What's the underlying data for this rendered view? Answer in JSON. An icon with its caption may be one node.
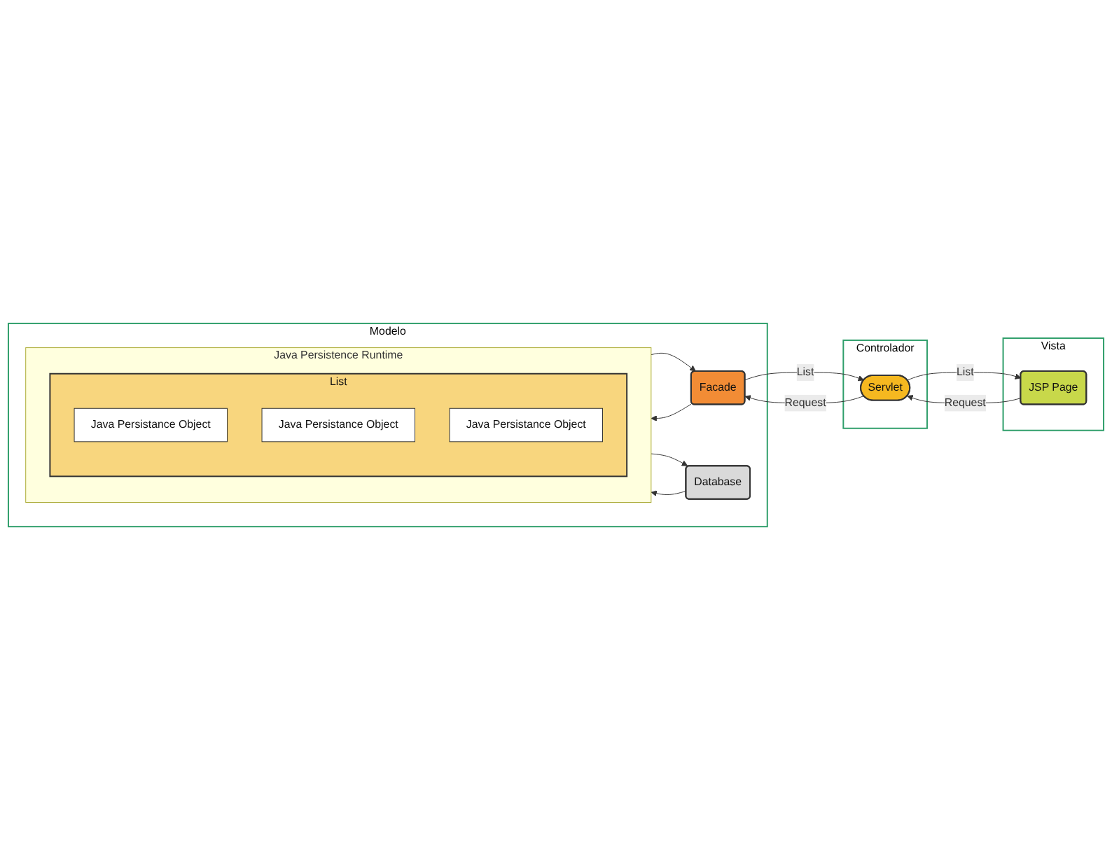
{
  "diagram": {
    "nodes": [
      {
        "text": [
          "Vista"
        ]
      },
      {
        "text": [
          "JSP Page"
        ],
        "in": 0
      },
      {
        "text": [
          "Controlador"
        ]
      },
      {
        "text": [
          "Servlet"
        ],
        "in": 2
      },
      {
        "text": [
          "Modelo"
        ]
      },
      {
        "text": [
          "Facade"
        ],
        "in": 4
      },
      {
        "text": [
          "Java Persistence Runtime"
        ],
        "in": 4
      },
      {
        "text": [
          "List"
        ],
        "in": 6
      },
      {
        "text": [
          "Java Persistance Object"
        ],
        "in": 7
      },
      {
        "text": [
          "Java Persistance Object"
        ],
        "in": 7
      },
      {
        "text": [
          "Java Persistance Object"
        ],
        "in": 7
      },
      {
        "text": [
          "Database"
        ],
        "in": 4
      }
    ],
    "edges": [
      {
        "from": 1,
        "to": 3,
        "arrow": "to",
        "label": "Request"
      },
      {
        "from": 3,
        "to": 1,
        "arrow": "to",
        "label": "List"
      },
      {
        "from": 3,
        "to": 5,
        "arrow": "to",
        "label": "Request"
      },
      {
        "from": 5,
        "to": 3,
        "arrow": "to",
        "label": "List"
      },
      {
        "from": 5,
        "to": 6,
        "arrow": "to"
      },
      {
        "from": 6,
        "to": 5,
        "arrow": "to"
      },
      {
        "from": 6,
        "to": 11,
        "arrow": "to"
      },
      {
        "from": 11,
        "to": 6,
        "arrow": "to"
      }
    ]
  }
}
